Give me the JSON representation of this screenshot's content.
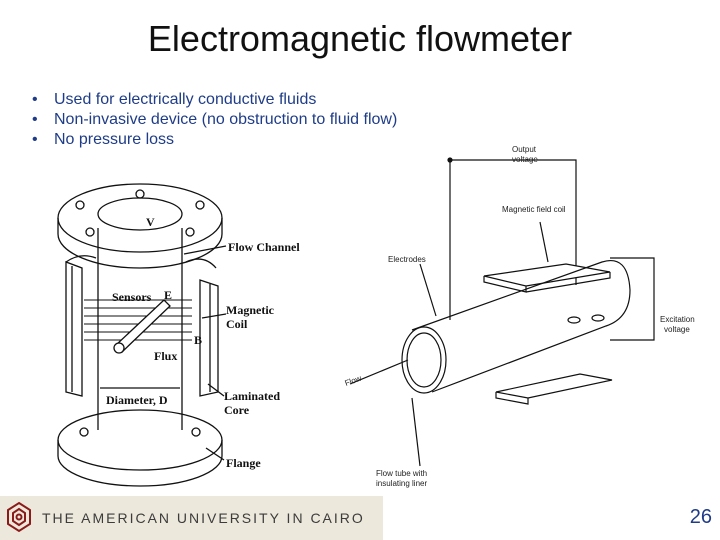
{
  "slide": {
    "title": "Electromagnetic flowmeter",
    "bullets": [
      "Used for electrically conductive fluids",
      "Non-invasive device (no obstruction to fluid flow)",
      "No pressure loss"
    ],
    "page_number": "26"
  },
  "figure_left": {
    "labels": {
      "v": "V",
      "flow_channel": "Flow Channel",
      "sensors": "Sensors",
      "e": "E",
      "magnetic_coil_1": "Magnetic",
      "magnetic_coil_2": "Coil",
      "b": "B",
      "flux": "Flux",
      "diameter": "Diameter, D",
      "laminated_core_1": "Laminated",
      "laminated_core_2": "Core",
      "flange": "Flange"
    }
  },
  "figure_right": {
    "labels": {
      "output_voltage_1": "Output",
      "output_voltage_2": "voltage",
      "magnetic_field_coil": "Magnetic field coil",
      "electrodes": "Electrodes",
      "excitation_voltage_1": "Excitation",
      "excitation_voltage_2": "voltage",
      "flow": "Flow",
      "flow_tube_1": "Flow tube with",
      "flow_tube_2": "insulating liner"
    }
  },
  "footer": {
    "university": "THE AMERICAN UNIVERSITY IN CAIRO",
    "logo_icon": "auc-logo-icon"
  },
  "colors": {
    "bullet_text": "#1f3c88",
    "footer_bg": "#ede8dc",
    "footer_text": "#3c3c3c"
  }
}
